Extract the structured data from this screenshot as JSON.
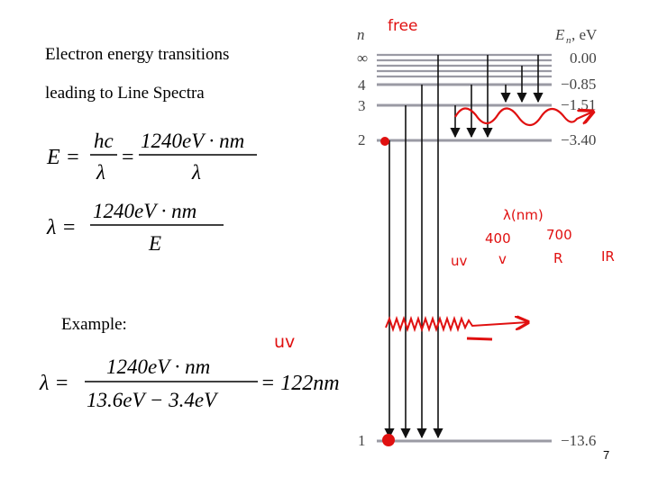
{
  "slide": {
    "title_line1": "Electron energy transitions",
    "title_line2": "leading to Line Spectra",
    "example_label": "Example:",
    "page_number": "7"
  },
  "equations": {
    "e_lhs": "E =",
    "hc": "hc",
    "lambda": "λ",
    "eq": "=",
    "num1": "1240eV · nm",
    "lambda_lhs": "λ =",
    "num2": "1240eV · nm",
    "den2": "E",
    "lambda_lhs3": "λ =",
    "num3": "1240eV · nm",
    "den3": "13.6eV − 3.4eV",
    "result": "= 122nm"
  },
  "diagram": {
    "n_header": "n",
    "energy_header": "E",
    "energy_sub": "n",
    "energy_unit": ", eV",
    "levels": [
      {
        "n": "∞",
        "energy": "0.00"
      },
      {
        "n": "4",
        "energy": "−0.85"
      },
      {
        "n": "3",
        "energy": "−1.51"
      },
      {
        "n": "2",
        "energy": "−3.40"
      },
      {
        "n": "1",
        "energy": "−13.6"
      }
    ]
  },
  "annotations": {
    "free": "free",
    "lambda_nm": "λ(nm)",
    "n400": "400",
    "n700": "700",
    "uv_small": "uv",
    "v": "v",
    "r": "R",
    "ir": "IR",
    "uv_main": "uv"
  },
  "colors": {
    "level_line": "#9a9aa4",
    "arrow": "#111111",
    "ink": "#e01010"
  }
}
